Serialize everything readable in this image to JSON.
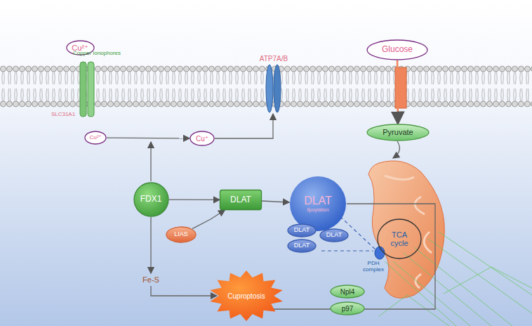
{
  "diagram": {
    "nodes": [
      {
        "text": [
          "Cu²⁺"
        ]
      },
      {
        "text": [
          "Glucose"
        ]
      },
      {
        "text": [
          "Cu²⁺"
        ]
      },
      {
        "text": [
          "Cu⁺"
        ]
      },
      {
        "text": [
          "Pyruvate"
        ]
      },
      {
        "text": [
          "FDX1"
        ]
      },
      {
        "text": [
          "DLAT"
        ]
      },
      {
        "text": [
          "DLAT",
          "lipoylation"
        ]
      },
      {
        "text": [
          "LIAS"
        ]
      },
      {
        "text": [
          "DLAT"
        ]
      },
      {
        "text": [
          "DLAT"
        ]
      },
      {
        "text": [
          "DLAT"
        ]
      },
      {
        "text": [
          "TCA cycle"
        ]
      },
      {
        "text": [
          "Fe-S"
        ]
      },
      {
        "text": [
          "Cuproptosis"
        ]
      },
      {
        "text": [
          "Npl4"
        ]
      },
      {
        "text": [
          "p97"
        ]
      }
    ],
    "edges": [
      {
        "from": 2,
        "to": 3,
        "arrow": "to"
      },
      {
        "from": 1,
        "to": 4,
        "arrow": "to"
      },
      {
        "from": 5,
        "to": 6,
        "arrow": "to"
      },
      {
        "from": 8,
        "to": 6,
        "arrow": "to"
      },
      {
        "from": 6,
        "to": 7,
        "arrow": "to"
      },
      {
        "from": 5,
        "to": 13,
        "arrow": "to"
      },
      {
        "from": 13,
        "to": 14,
        "arrow": "to"
      },
      {
        "from": 7,
        "to": 14,
        "arrow": "to"
      }
    ],
    "labels": [
      "Copper ionophores",
      "SLC31A1",
      "ATP7A/B",
      "PDH complex"
    ]
  }
}
